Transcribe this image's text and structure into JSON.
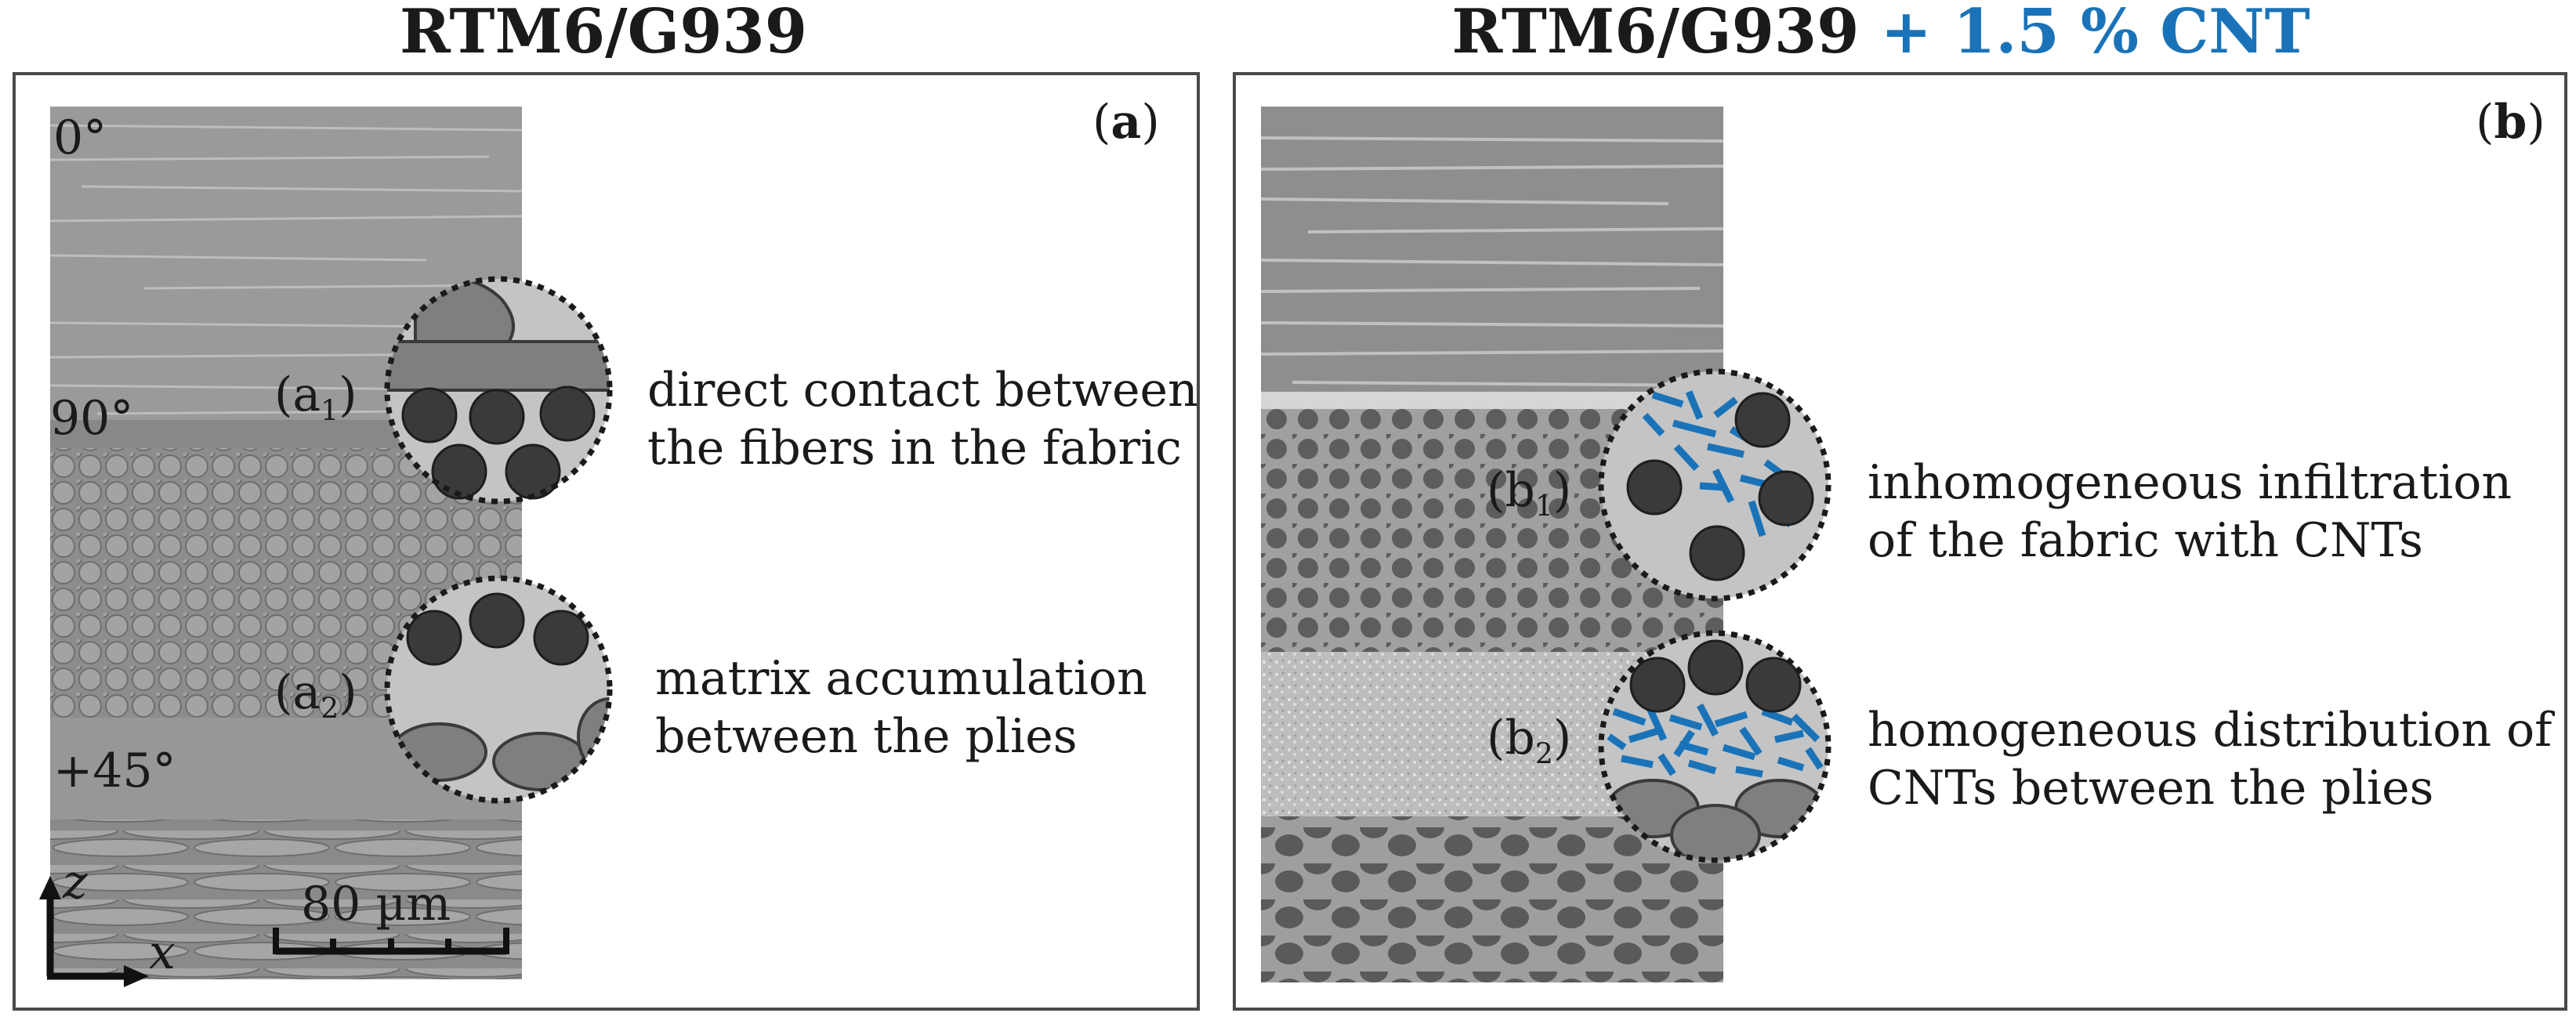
{
  "titles": {
    "left": "RTM6/G939",
    "right_base": "RTM6/G939",
    "right_accent": "+ 1.5 % CNT"
  },
  "panel_a": {
    "tag_open": "(",
    "tag_letter": "a",
    "tag_close": ")",
    "orientations": {
      "top": "0°",
      "middle": "90°",
      "bottom": "+45°"
    },
    "insets": [
      {
        "label_main": "(a",
        "label_sub": "1",
        "label_close": ")",
        "line1": "direct contact between",
        "line2": "the fibers in the fabric"
      },
      {
        "label_main": "(a",
        "label_sub": "2",
        "label_close": ")",
        "line1": "matrix accumulation",
        "line2": "between the plies"
      }
    ],
    "scale_bar": "80 µm",
    "axes": {
      "vertical": "z",
      "horizontal": "x"
    }
  },
  "panel_b": {
    "tag_open": "(",
    "tag_letter": "b",
    "tag_close": ")",
    "insets": [
      {
        "label_main": "(b",
        "label_sub": "1",
        "label_close": ")",
        "line1": "inhomogeneous infiltration",
        "line2": "of the fabric with CNTs"
      },
      {
        "label_main": "(b",
        "label_sub": "2",
        "label_close": ")",
        "line1": "homogeneous distribution of",
        "line2": "CNTs between the plies"
      }
    ]
  },
  "colors": {
    "accent": "#1a73b8",
    "fiber": "#3a3a3a",
    "inset_background": "#c4c4c4",
    "matrix_pocket": "#7f7f7f",
    "cnt": "#1a73b8"
  }
}
